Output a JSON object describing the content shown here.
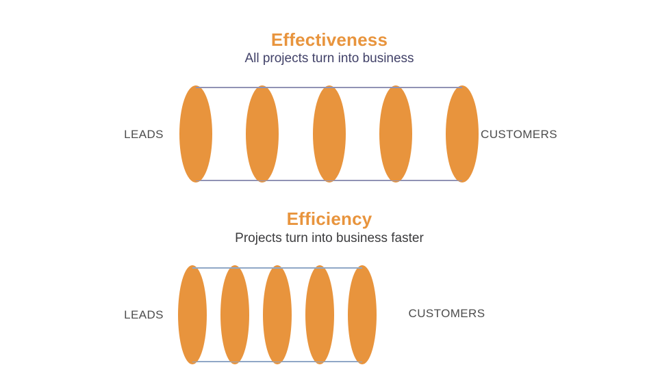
{
  "colors": {
    "orange": "#E8943D",
    "navy": "#414168",
    "dark_text": "#3B3B3D",
    "label_gray": "#4C4C4C",
    "pipe_top": "#9092B4",
    "pipe_bottom": "#8FA7C6",
    "background": "#FFFFFF"
  },
  "sections": [
    {
      "title": "Effectiveness",
      "subtitle": "All projects turn into business",
      "left_label": "LEADS",
      "right_label": "CUSTOMERS",
      "disks": 5
    },
    {
      "title": "Efficiency",
      "subtitle": "Projects turn into business faster",
      "left_label": "LEADS",
      "right_label": "CUSTOMERS",
      "disks": 5
    }
  ]
}
